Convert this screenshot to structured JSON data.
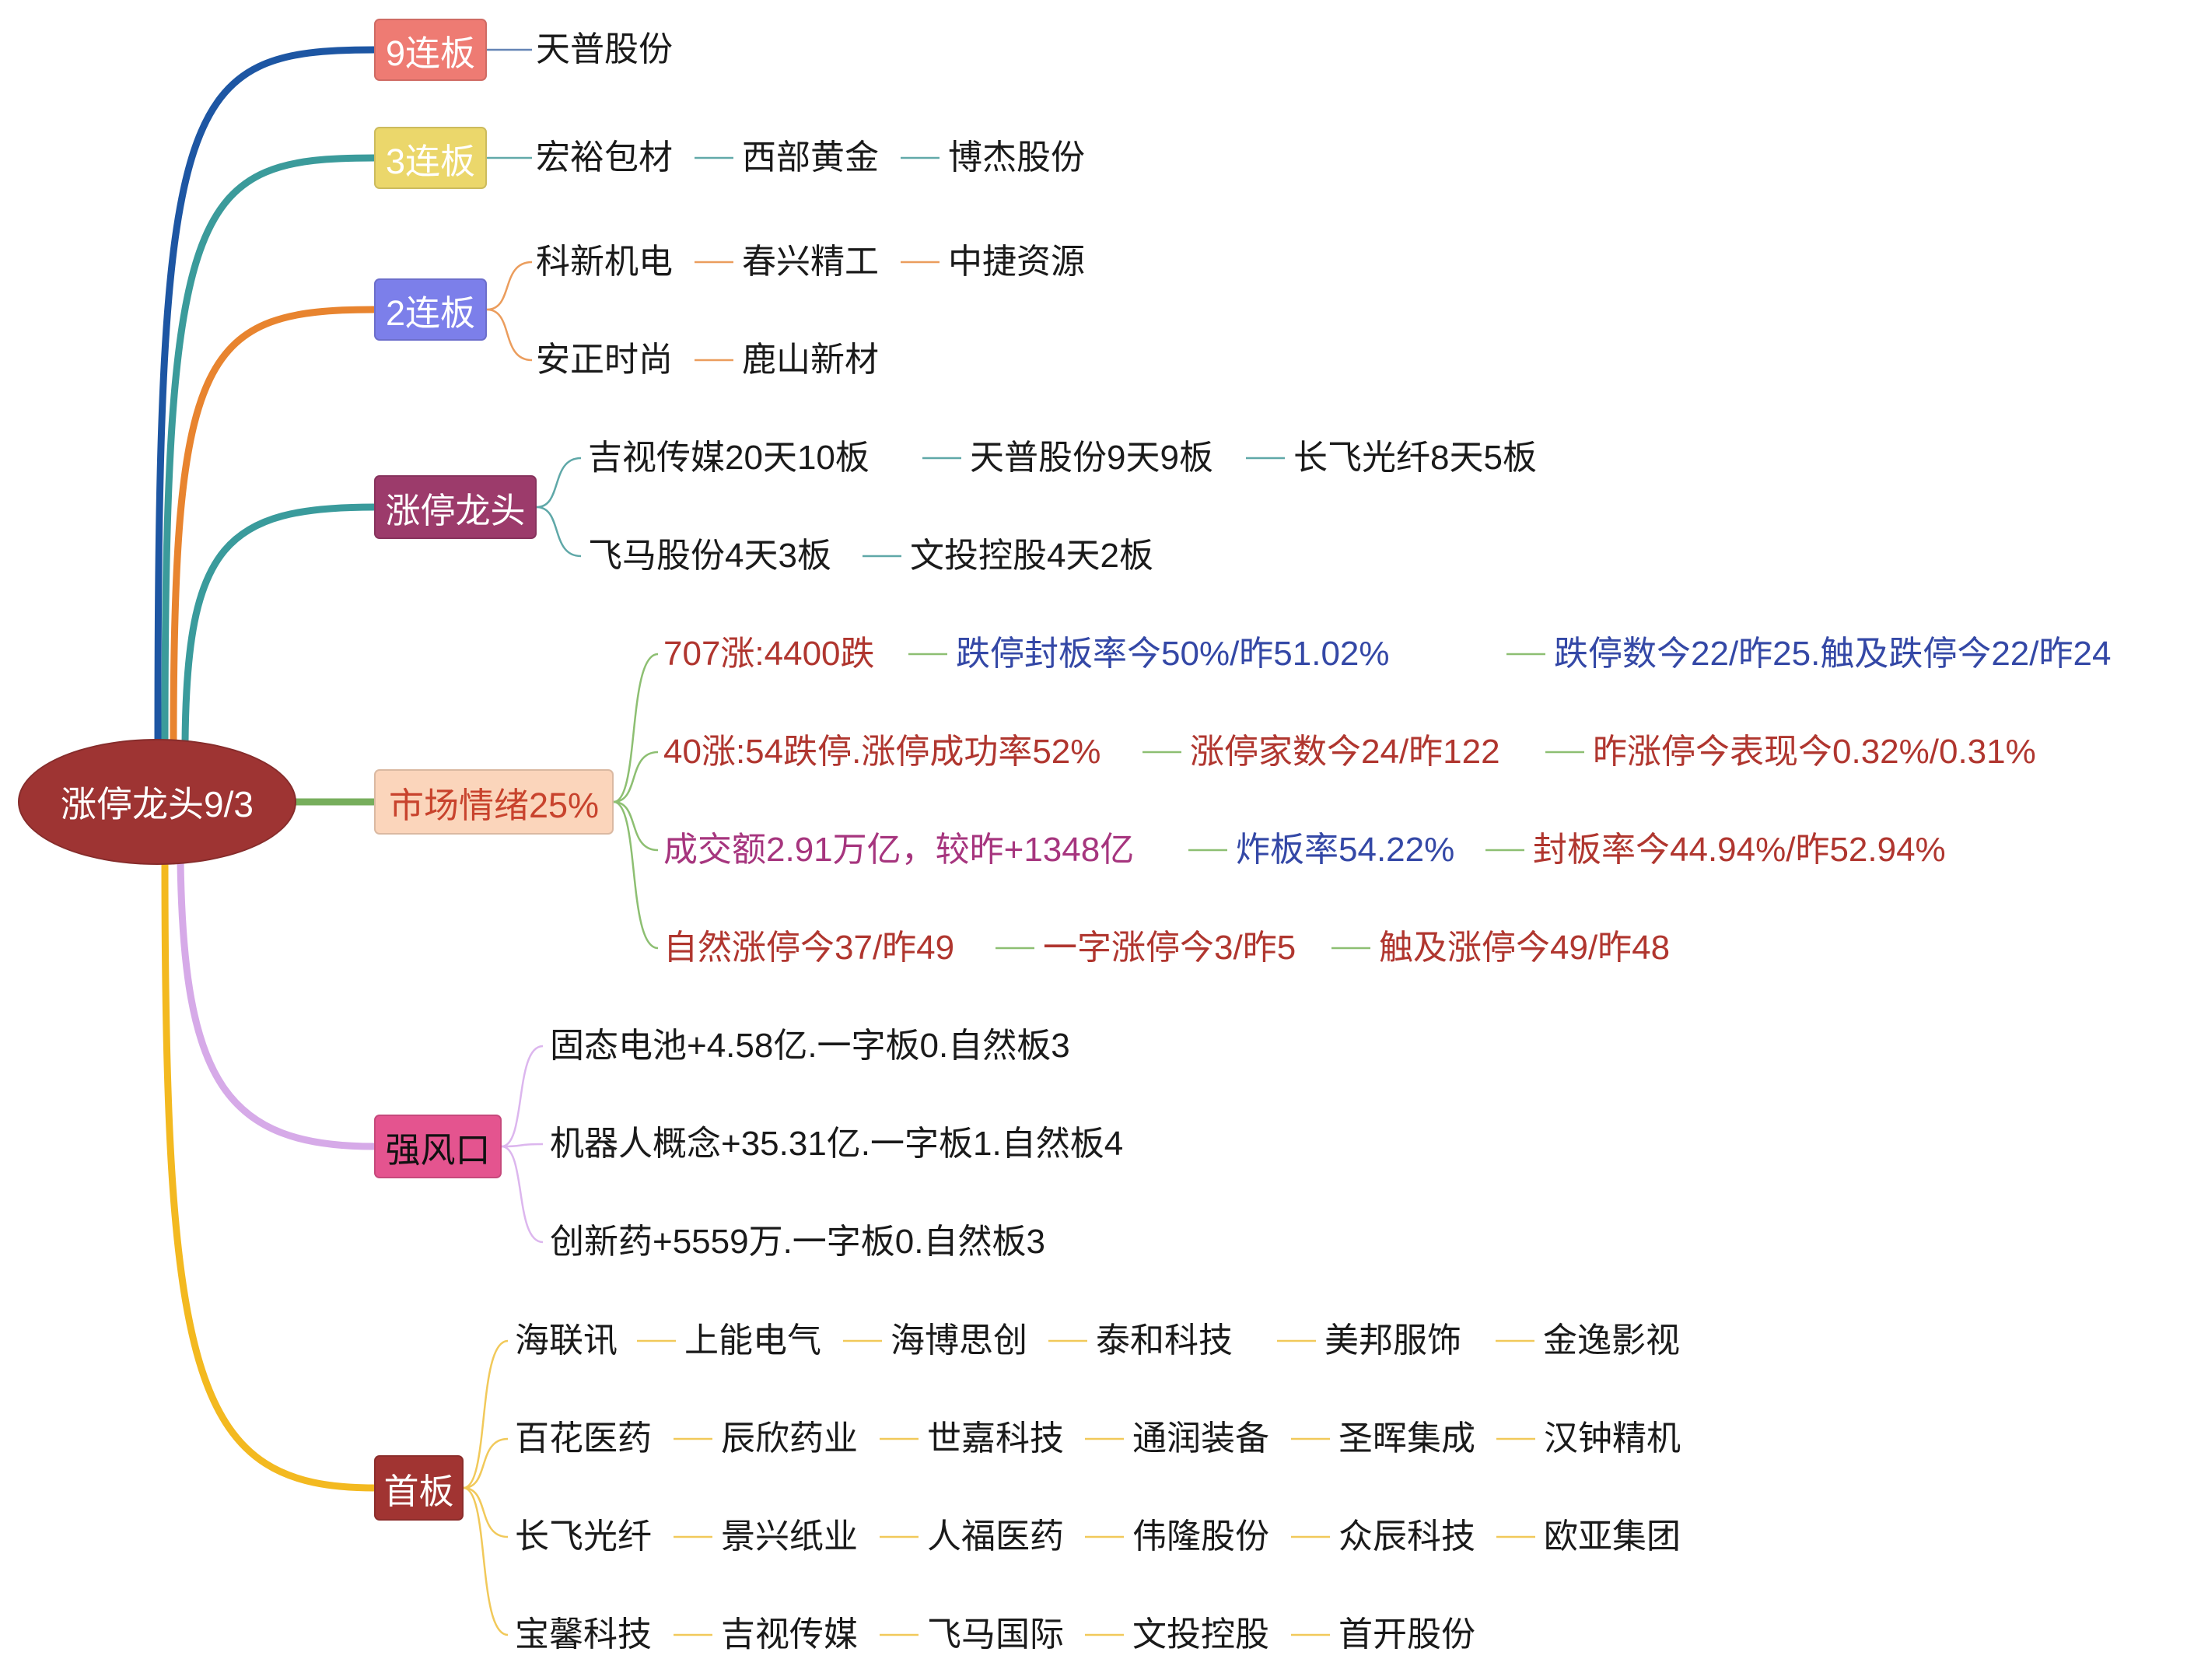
{
  "root": {
    "label": "涨停龙头9/3",
    "fill": "#9e3433",
    "text_color": "#ffffff"
  },
  "nodes": [
    {
      "label": "9连板",
      "fill": "#ee7b73",
      "text_color": "#ffffff",
      "branch_color": "#1d56a3",
      "link_color": "#6585b5",
      "rows": [
        [
          "天普股份"
        ]
      ]
    },
    {
      "label": "3连板",
      "fill": "#ebd76b",
      "text_color": "#ffffff",
      "branch_color": "#3b9b9b",
      "link_color": "#62a9a9",
      "rows": [
        [
          "宏裕包材",
          "西部黄金",
          "博杰股份"
        ]
      ]
    },
    {
      "label": "2连板",
      "fill": "#7c7fea",
      "text_color": "#ffffff",
      "branch_color": "#e8842f",
      "link_color": "#eb9d5d",
      "rows": [
        [
          "科新机电",
          "春兴精工",
          "中捷资源"
        ],
        [
          "安正时尚",
          "鹿山新材"
        ]
      ]
    },
    {
      "label": "涨停龙头",
      "fill": "#9c3b6b",
      "text_color": "#ffffff",
      "branch_color": "#3a9b9c",
      "link_color": "#5fa8a8",
      "rows": [
        [
          "吉视传媒20天10板",
          "天普股份9天9板",
          "长飞光纤8天5板"
        ],
        [
          "飞马股份4天3板",
          "文投控股4天2板"
        ]
      ]
    },
    {
      "label": "市场情绪25%",
      "fill": "#fbd5bb",
      "text_color": "#c8432d",
      "branch_color": "#77ae5c",
      "link_color": "#8dbf72",
      "rows": [
        [
          {
            "text": "707涨:4400跌",
            "color": "#b0362f"
          },
          {
            "text": "跌停封板率今50%/昨51.02%",
            "color": "#3448a6"
          },
          {
            "text": "跌停数今22/昨25.触及跌停今22/昨24",
            "color": "#3448a6"
          }
        ],
        [
          {
            "text": "40涨:54跌停.涨停成功率52%",
            "color": "#b0362f"
          },
          {
            "text": "涨停家数今24/昨122",
            "color": "#b0362f"
          },
          {
            "text": "昨涨停今表现今0.32%/0.31%",
            "color": "#b0362f"
          }
        ],
        [
          {
            "text": "成交额2.91万亿，较昨+1348亿",
            "color": "#a6357e"
          },
          {
            "text": "炸板率54.22%",
            "color": "#3448a6"
          },
          {
            "text": "封板率今44.94%/昨52.94%",
            "color": "#b0362f"
          }
        ],
        [
          {
            "text": "自然涨停今37/昨49",
            "color": "#b0362f"
          },
          {
            "text": "一字涨停今3/昨5",
            "color": "#b0362f"
          },
          {
            "text": "触及涨停今49/昨48",
            "color": "#b0362f"
          }
        ]
      ]
    },
    {
      "label": "强风口",
      "fill": "#e4548f",
      "text_color": "#111111",
      "branch_color": "#d6aae8",
      "link_color": "#dcb6ee",
      "rows": [
        [
          "固态电池+4.58亿.一字板0.自然板3"
        ],
        [
          "机器人概念+35.31亿.一字板1.自然板4"
        ],
        [
          "创新药+5559万.一字板0.自然板3"
        ]
      ]
    },
    {
      "label": "首板",
      "fill": "#a13432",
      "text_color": "#ffffff",
      "branch_color": "#f3b920",
      "link_color": "#f1c95a",
      "rows": [
        [
          "海联讯",
          "上能电气",
          "海博思创",
          "泰和科技",
          "美邦服饰",
          "金逸影视"
        ],
        [
          "百花医药",
          "辰欣药业",
          "世嘉科技",
          "通润装备",
          "圣晖集成",
          "汉钟精机"
        ],
        [
          "长飞光纤",
          "景兴纸业",
          "人福医药",
          "伟隆股份",
          "众辰科技",
          "欧亚集团"
        ],
        [
          "宝馨科技",
          "吉视传媒",
          "飞马国际",
          "文投控股",
          "首开股份"
        ]
      ]
    }
  ]
}
